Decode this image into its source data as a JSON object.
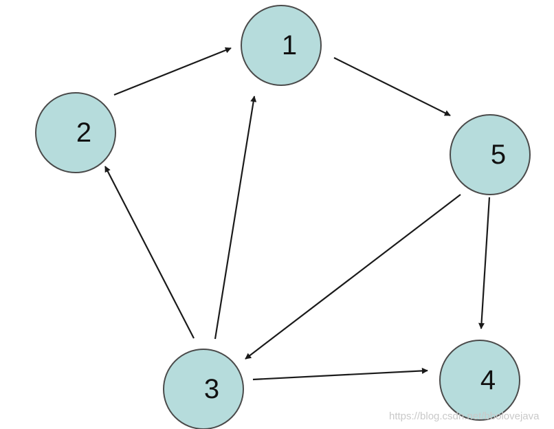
{
  "diagram": {
    "type": "directed-graph",
    "colors": {
      "node_fill": "#b6dcdc",
      "node_stroke": "#4a4a4a",
      "edge": "#1a1a1a"
    },
    "nodes": [
      {
        "id": "1",
        "label": "1"
      },
      {
        "id": "2",
        "label": "2"
      },
      {
        "id": "3",
        "label": "3"
      },
      {
        "id": "4",
        "label": "4"
      },
      {
        "id": "5",
        "label": "5"
      }
    ],
    "edges": [
      {
        "from": "2",
        "to": "1"
      },
      {
        "from": "1",
        "to": "5"
      },
      {
        "from": "5",
        "to": "3"
      },
      {
        "from": "5",
        "to": "4"
      },
      {
        "from": "3",
        "to": "2"
      },
      {
        "from": "3",
        "to": "1"
      },
      {
        "from": "3",
        "to": "4"
      }
    ]
  },
  "watermark": {
    "text": "https://blog.csdn.net/bbolovejava"
  }
}
